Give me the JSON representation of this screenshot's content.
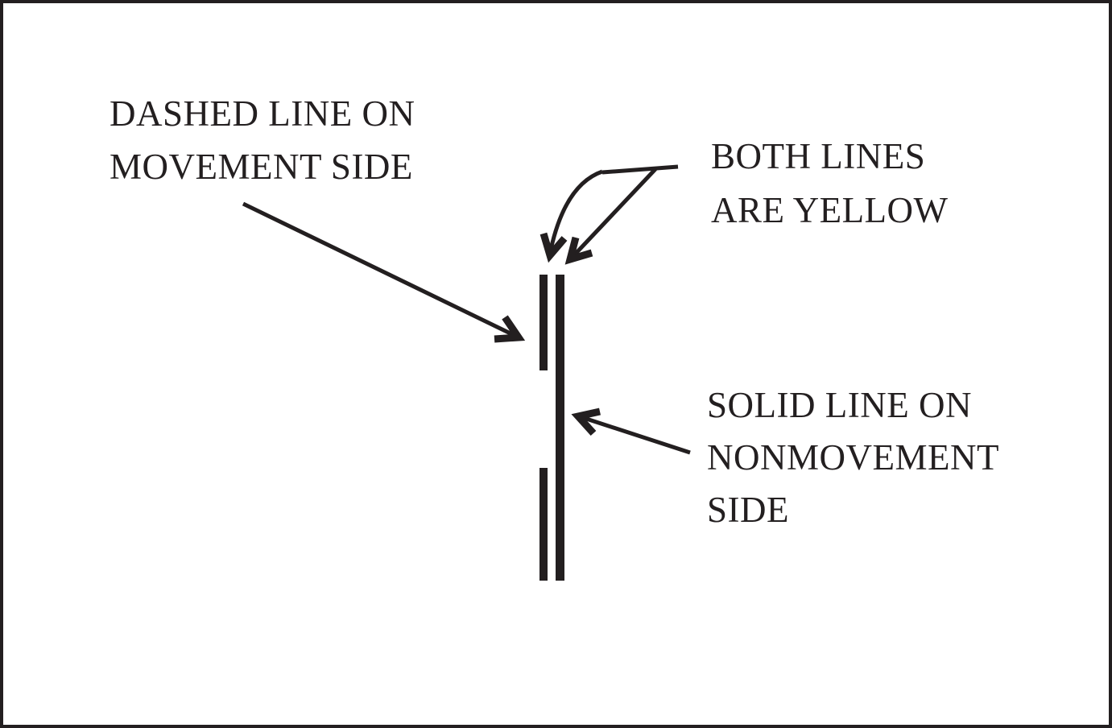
{
  "diagram": {
    "title": "Two-direction no-passing zone pavement marking diagram",
    "ink_color": "#231f20",
    "background_color": "#ffffff",
    "labels": {
      "dashed": {
        "lines": [
          "DASHED LINE ON",
          "MOVEMENT SIDE"
        ]
      },
      "yellow": {
        "lines": [
          "BOTH LINES",
          "ARE YELLOW"
        ]
      },
      "solid": {
        "lines": [
          "SOLID LINE ON",
          "NONMOVEMENT",
          "SIDE"
        ]
      }
    },
    "marking": {
      "left_line_style": "dashed",
      "right_line_style": "solid",
      "stated_color": "yellow"
    }
  }
}
